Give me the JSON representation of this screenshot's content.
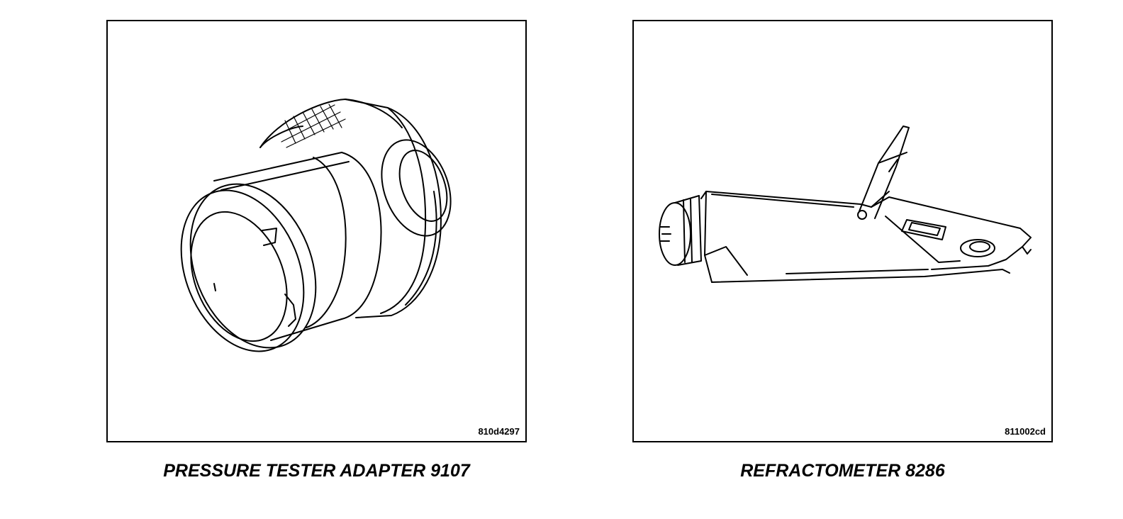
{
  "figures": [
    {
      "caption": "PRESSURE TESTER ADAPTER 9107",
      "figure_id": "810d4297",
      "icon": "pressure-tester-adapter-drawing"
    },
    {
      "caption": "REFRACTOMETER 8286",
      "figure_id": "811002cd",
      "icon": "refractometer-drawing"
    }
  ],
  "colors": {
    "ink": "#000000",
    "paper": "#ffffff"
  }
}
